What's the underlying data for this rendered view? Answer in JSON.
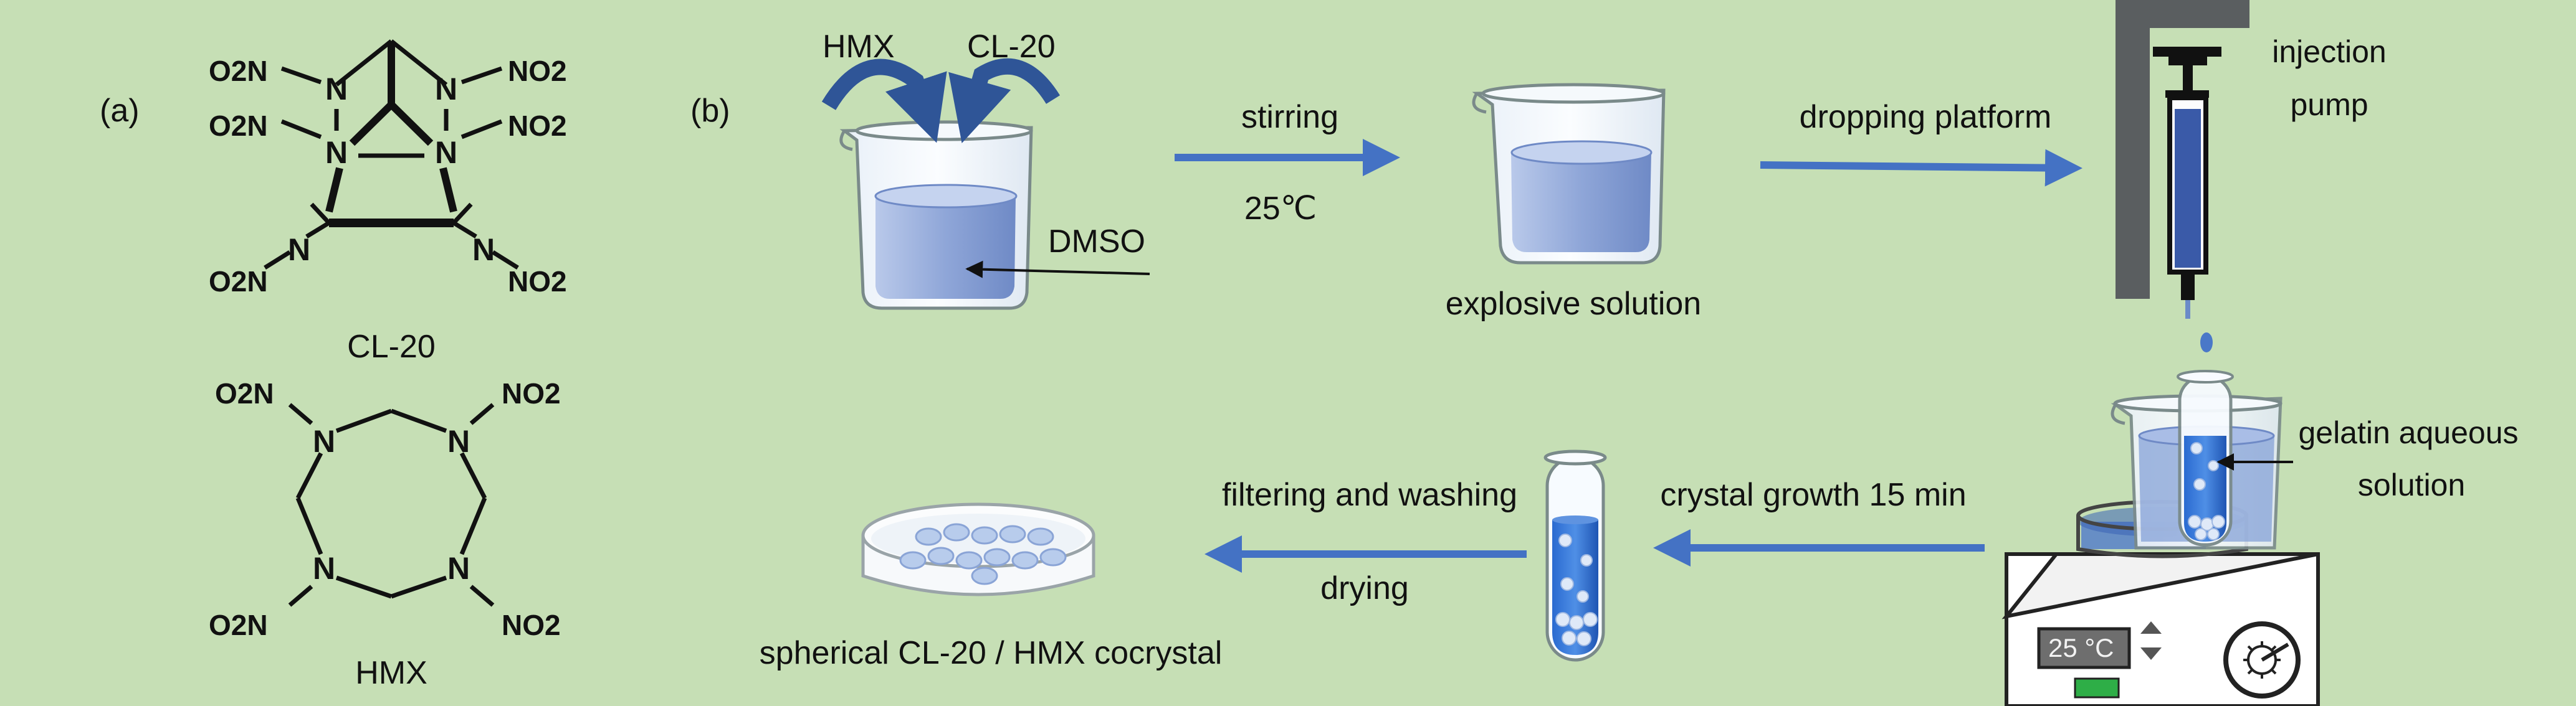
{
  "panels": {
    "a": "(a)",
    "b": "(b)"
  },
  "molecules": {
    "cl20": {
      "name": "CL-20",
      "substituents": [
        "O2N",
        "NO2",
        "O2N",
        "NO2",
        "O2N",
        "NO2"
      ],
      "ring_nitrogen": "N"
    },
    "hmx": {
      "name": "HMX",
      "substituents": [
        "O2N",
        "NO2",
        "O2N",
        "NO2"
      ],
      "ring_nitrogen": "N"
    }
  },
  "process": {
    "reagents": [
      "HMX",
      "CL-20"
    ],
    "solvent": "DMSO",
    "step1": {
      "label": "stirring",
      "temperature": "25℃"
    },
    "intermediate": "explosive solution",
    "step2": {
      "label": "dropping platform"
    },
    "pump": {
      "line1": "injection",
      "line2": "pump"
    },
    "receiver": {
      "line1": "gelatin aqueous",
      "line2": "solution"
    },
    "stirrer_display": "25  °C",
    "step3": {
      "label": "crystal growth 15 min"
    },
    "step4": {
      "label_top": "filtering and washing",
      "label_bottom": "drying"
    },
    "product": "spherical CL-20 / HMX cocrystal"
  },
  "colors": {
    "background": "#c6dfb5",
    "arrow": "#4472c4",
    "liquid": "#8fa9d8",
    "pump_body": "#1e3e8f",
    "dark_blue": "#2f5597"
  }
}
